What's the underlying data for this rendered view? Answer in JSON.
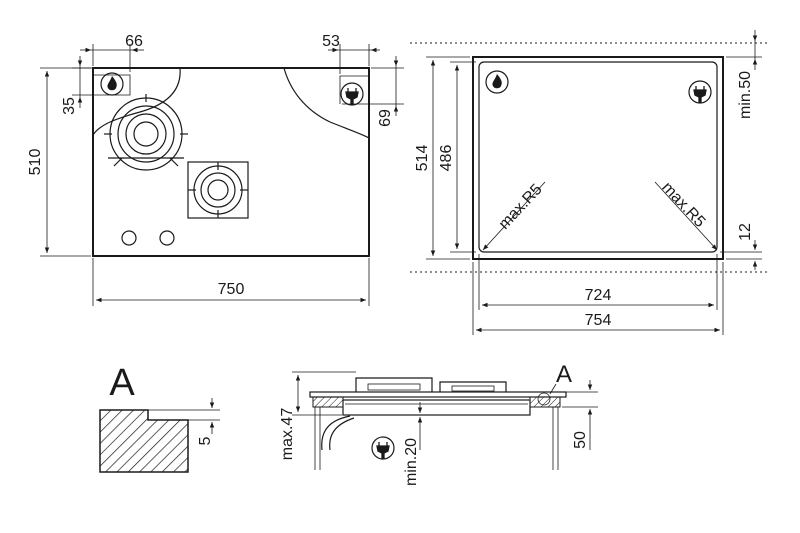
{
  "top_view": {
    "dim_width": "750",
    "dim_height": "510",
    "dim_gas_x": "66",
    "dim_gas_y": "35",
    "dim_elec_x": "53",
    "dim_elec_y": "69"
  },
  "cutout": {
    "dim_outer_width": "754",
    "dim_inner_width": "724",
    "dim_outer_height": "514",
    "dim_inner_height": "486",
    "dim_top_clearance": "min.50",
    "dim_bottom_gap": "12",
    "radius_left": "max.R5",
    "radius_right": "max.R5"
  },
  "detail": {
    "title": "A",
    "dim_step": "5"
  },
  "section": {
    "callout": "A",
    "dim_height": "max.47",
    "dim_below": "min.20",
    "dim_worktop": "50"
  },
  "icons": {
    "gas": "flame-icon",
    "electric": "plug-icon"
  }
}
